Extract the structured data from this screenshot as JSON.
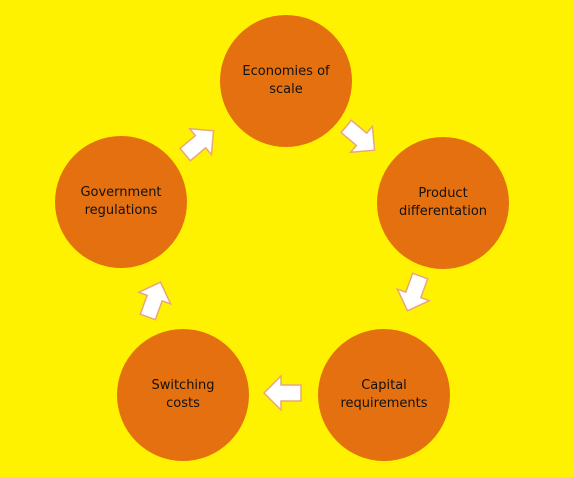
{
  "diagram": {
    "colors": {
      "background": "#FFF200",
      "node_fill": "#E5700F",
      "arrow_fill": "#FFFFFF",
      "arrow_stroke": "#E8A77A"
    },
    "nodes": [
      {
        "label": "Economies of\nscale"
      },
      {
        "label": "Product\ndifferentation"
      },
      {
        "label": "Capital\nrequirements"
      },
      {
        "label": "Switching\ncosts"
      },
      {
        "label": "Government\nregulations"
      }
    ]
  }
}
